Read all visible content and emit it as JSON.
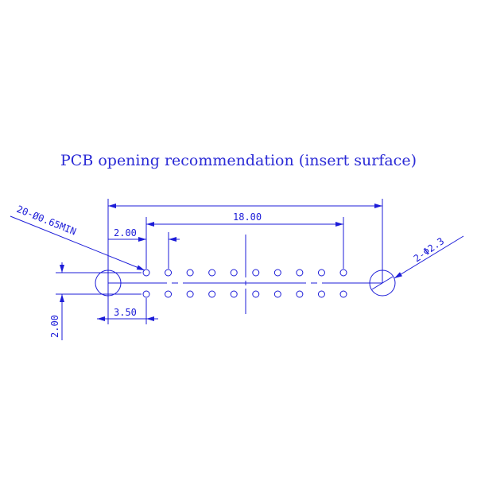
{
  "title": "PCB opening recommendation (insert surface)",
  "dimensions": {
    "pin_span": "18.00",
    "pin_pitch": "2.00",
    "offset": "3.50",
    "row_pitch": "2.00"
  },
  "callouts": {
    "pin_holes": "20-Ø0.65MIN",
    "mount_holes": "2-Φ2.3"
  },
  "colors": {
    "line": "#1c1cd8"
  },
  "pin_holes_per_row": 10
}
